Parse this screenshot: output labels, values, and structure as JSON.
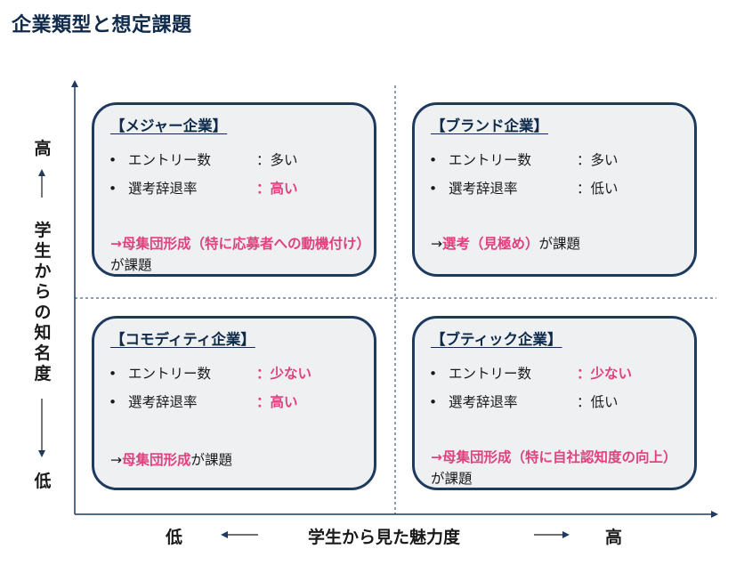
{
  "title": "企業類型と想定課題",
  "y_axis": {
    "high": "高",
    "low": "低",
    "label_chars": [
      "学",
      "生",
      "か",
      "ら",
      "の",
      "知",
      "名",
      "度"
    ]
  },
  "x_axis": {
    "low": "低",
    "high": "高",
    "label": "学生から見た魅力度"
  },
  "quadrants": {
    "major": {
      "title": "【メジャー企業】",
      "entries_label": "エントリー数",
      "entries_value": "：多い",
      "decline_label": "選考辞退率",
      "decline_value": "：高い",
      "conclusion_pink": "→母集団形成（特に応募者への動機付け）",
      "conclusion_tail": "が課題"
    },
    "brand": {
      "title": "【ブランド企業】",
      "entries_label": "エントリー数",
      "entries_value": "：多い",
      "decline_label": "選考辞退率",
      "decline_value": "：低い",
      "conclusion_prefix": "→",
      "conclusion_pink": "選考（見極め）",
      "conclusion_tail": "が課題"
    },
    "commodity": {
      "title": "【コモディティ企業】",
      "entries_label": "エントリー数",
      "entries_value": "：少ない",
      "decline_label": "選考辞退率",
      "decline_value": "：高い",
      "conclusion_prefix": "→",
      "conclusion_pink": "母集団形成",
      "conclusion_tail": "が課題"
    },
    "boutique": {
      "title": "【ブティック企業】",
      "entries_label": "エントリー数",
      "entries_value": "：少ない",
      "decline_label": "選考辞退率",
      "decline_value": "：低い",
      "conclusion_pink": "→母集団形成（特に自社認知度の向上）",
      "conclusion_tail": "が課題"
    }
  },
  "bullet": "•",
  "colors": {
    "accent": "#e0417f",
    "border": "#1f3a5f",
    "box_fill": "#eff0f2",
    "axis": "#1f3a5f"
  }
}
